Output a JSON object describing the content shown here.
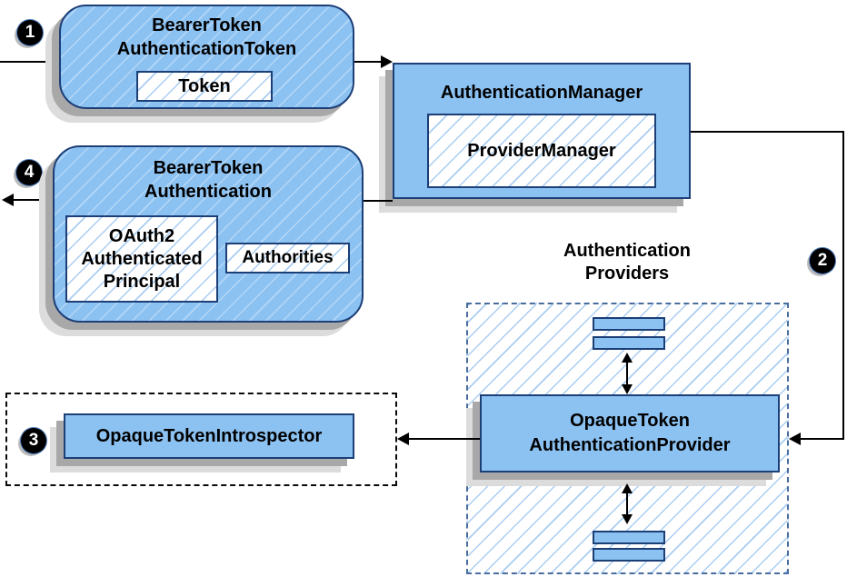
{
  "nodes": {
    "btat": {
      "line1": "BearerToken",
      "line2": "AuthenticationToken",
      "token": "Token"
    },
    "am": {
      "title": "AuthenticationManager",
      "provider_manager": "ProviderManager"
    },
    "bta": {
      "line1": "BearerToken",
      "line2": "Authentication",
      "principal_line1": "OAuth2",
      "principal_line2": "Authenticated",
      "principal_line3": "Principal",
      "authorities": "Authorities"
    },
    "oti": {
      "title": "OpaqueTokenIntrospector"
    },
    "providers_group": {
      "label_line1": "Authentication",
      "label_line2": "Providers"
    },
    "otap": {
      "line1": "OpaqueToken",
      "line2": "AuthenticationProvider"
    }
  },
  "badges": {
    "step1": "1",
    "step2": "2",
    "step3": "3",
    "step4": "4"
  },
  "colors": {
    "node_fill": "#8cc2f2",
    "node_border": "#1c3f77",
    "hatch_line": "#a9cdf2",
    "providers_dash_border": "#4a6d9e",
    "introspector_dash_border": "#0a0a0a",
    "shadow_dark": "#a8a8a8",
    "shadow_light": "#dcdcdc",
    "badge_bg": "#000000",
    "badge_text": "#ffffff"
  }
}
